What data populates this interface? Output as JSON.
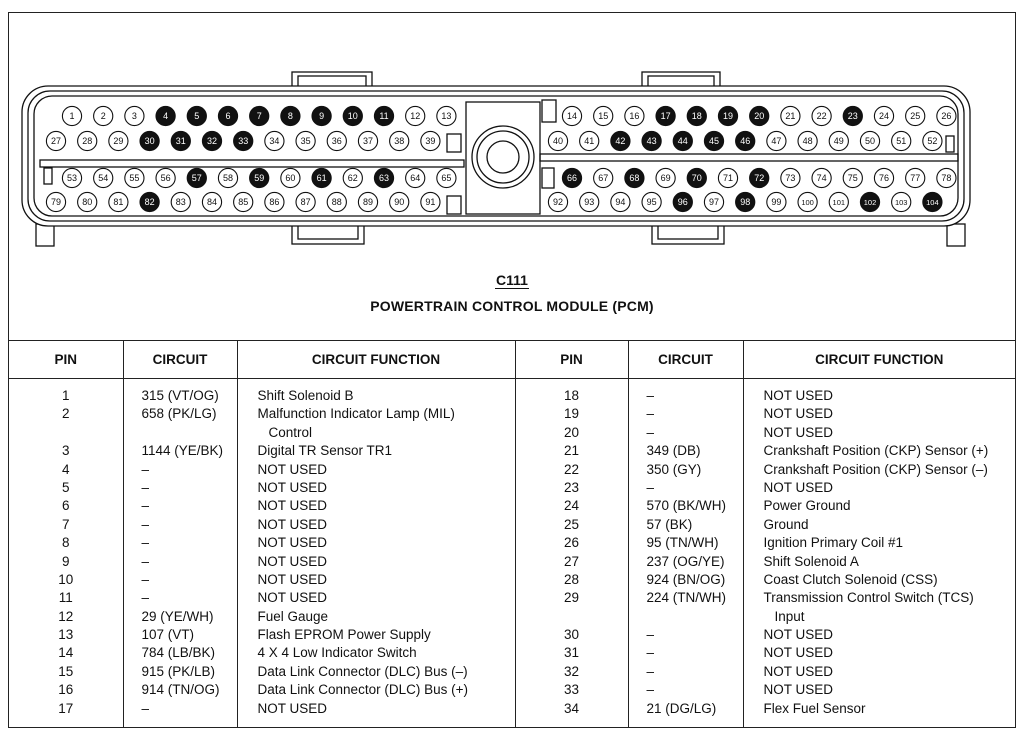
{
  "connector": {
    "id": "C111",
    "title": "POWERTRAIN CONTROL MODULE (PCM)",
    "filled_pins": [
      4,
      5,
      6,
      7,
      8,
      9,
      10,
      11,
      30,
      31,
      32,
      33,
      42,
      43,
      44,
      45,
      46,
      17,
      18,
      19,
      20,
      23,
      57,
      59,
      61,
      63,
      82,
      66,
      68,
      70,
      72,
      96,
      98,
      102,
      104
    ],
    "left_rows": [
      [
        1,
        2,
        3,
        4,
        5,
        6,
        7,
        8,
        9,
        10,
        11,
        12,
        13
      ],
      [
        27,
        28,
        29,
        30,
        31,
        32,
        33,
        34,
        35,
        36,
        37,
        38,
        39
      ],
      [
        53,
        54,
        55,
        56,
        57,
        58,
        59,
        60,
        61,
        62,
        63,
        64,
        65
      ],
      [
        79,
        80,
        81,
        82,
        83,
        84,
        85,
        86,
        87,
        88,
        89,
        90,
        91
      ]
    ],
    "right_rows": [
      [
        14,
        15,
        16,
        17,
        18,
        19,
        20,
        21,
        22,
        23,
        24,
        25,
        26
      ],
      [
        40,
        41,
        42,
        43,
        44,
        45,
        46,
        47,
        48,
        49,
        50,
        51,
        52
      ],
      [
        66,
        67,
        68,
        69,
        70,
        71,
        72,
        73,
        74,
        75,
        76,
        77,
        78
      ],
      [
        92,
        93,
        94,
        95,
        96,
        97,
        98,
        99,
        100,
        101,
        102,
        103,
        104
      ]
    ]
  },
  "table": {
    "headers": [
      "PIN",
      "CIRCUIT",
      "CIRCUIT FUNCTION",
      "PIN",
      "CIRCUIT",
      "CIRCUIT FUNCTION"
    ],
    "left": {
      "pins": [
        "1",
        "2",
        "",
        "3",
        "4",
        "5",
        "6",
        "7",
        "8",
        "9",
        "10",
        "11",
        "12",
        "13",
        "14",
        "15",
        "16",
        "17"
      ],
      "circuits": [
        "315 (VT/OG)",
        "658 (PK/LG)",
        "",
        "1144 (YE/BK)",
        "–",
        "–",
        "–",
        "–",
        "–",
        "–",
        "–",
        "–",
        "29 (YE/WH)",
        "107 (VT)",
        "784 (LB/BK)",
        "915 (PK/LB)",
        "914 (TN/OG)",
        "–"
      ],
      "functions": [
        "Shift Solenoid B",
        "Malfunction Indicator Lamp (MIL)",
        "Control",
        "Digital TR Sensor TR1",
        "NOT USED",
        "NOT USED",
        "NOT USED",
        "NOT USED",
        "NOT USED",
        "NOT USED",
        "NOT USED",
        "NOT USED",
        "Fuel Gauge",
        "Flash EPROM Power Supply",
        "4 X 4 Low Indicator Switch",
        "Data Link Connector (DLC) Bus (–)",
        "Data Link Connector (DLC) Bus (+)",
        "NOT USED"
      ]
    },
    "right": {
      "pins": [
        "18",
        "19",
        "20",
        "21",
        "22",
        "23",
        "24",
        "25",
        "26",
        "27",
        "28",
        "29",
        "",
        "30",
        "31",
        "32",
        "33",
        "34"
      ],
      "circuits": [
        "–",
        "–",
        "–",
        "349 (DB)",
        "350 (GY)",
        "–",
        "570 (BK/WH)",
        "57 (BK)",
        "95 (TN/WH)",
        "237 (OG/YE)",
        "924 (BN/OG)",
        "224 (TN/WH)",
        "",
        "–",
        "–",
        "–",
        "–",
        "21 (DG/LG)"
      ],
      "functions": [
        "NOT USED",
        "NOT USED",
        "NOT USED",
        "Crankshaft Position (CKP) Sensor (+)",
        "Crankshaft Position (CKP) Sensor (–)",
        "NOT USED",
        "Power Ground",
        "Ground",
        "Ignition Primary Coil #1",
        "Shift Solenoid A",
        "Coast Clutch Solenoid (CSS)",
        "Transmission Control Switch (TCS)",
        "Input",
        "NOT USED",
        "NOT USED",
        "NOT USED",
        "NOT USED",
        "Flex Fuel Sensor"
      ]
    }
  }
}
